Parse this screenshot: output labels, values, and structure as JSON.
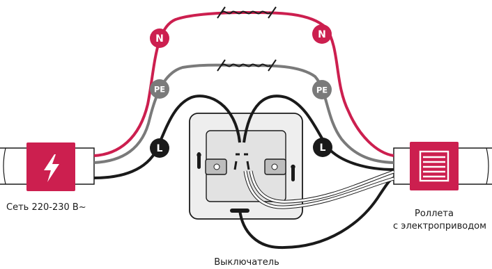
{
  "colors": {
    "neutral": "#cc1f4f",
    "earth": "#7a7a7a",
    "line": "#1a1a1a",
    "accent": "#cc1f4f",
    "switch_plate": "#e9e9e9"
  },
  "terminals": {
    "neutral_badge": "N",
    "earth_badge": "PE",
    "line_badge": "L"
  },
  "labels": {
    "source": "Сеть 220-230 В~",
    "device_line1": "Роллета",
    "device_line2": "с электроприводом",
    "switch": "Выключатель"
  },
  "icons": {
    "source_icon": "lightning-bolt-icon",
    "device_icon": "roller-shutter-icon"
  }
}
